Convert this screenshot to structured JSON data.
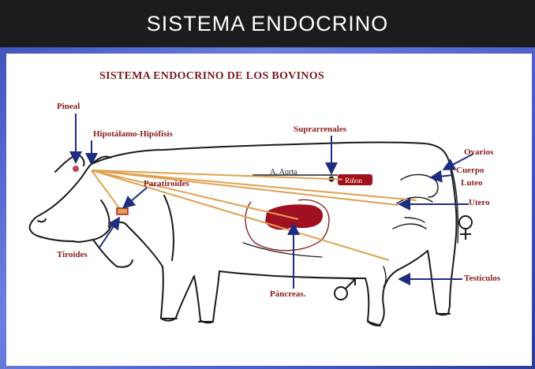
{
  "header": {
    "title": "SISTEMA ENDOCRINO"
  },
  "diagram": {
    "heading": "SISTEMA ENDOCRINO DE LOS BOVINOS",
    "labels": {
      "pineal": "Pineal",
      "hipotalamo": "Hipotálamo-Hipófisis",
      "paratiroides": "Paratiroides",
      "tiroides": "Tiroides",
      "suprarrenales": "Suprarrenales",
      "aorta": "A. Aorta",
      "rinon": "Riñon",
      "ovarios": "Ovarios",
      "cuerpo": "Cuerpo",
      "luteo": "Luteo",
      "utero": "Utero",
      "testiculos": "Testiculos",
      "pancreas": "Páncreas."
    },
    "colors": {
      "outline": "#1a1a1a",
      "connector": "#e0a050",
      "arrow": "#1f2d80",
      "organ": "#a01020",
      "heading": "#7a1a1a"
    }
  }
}
